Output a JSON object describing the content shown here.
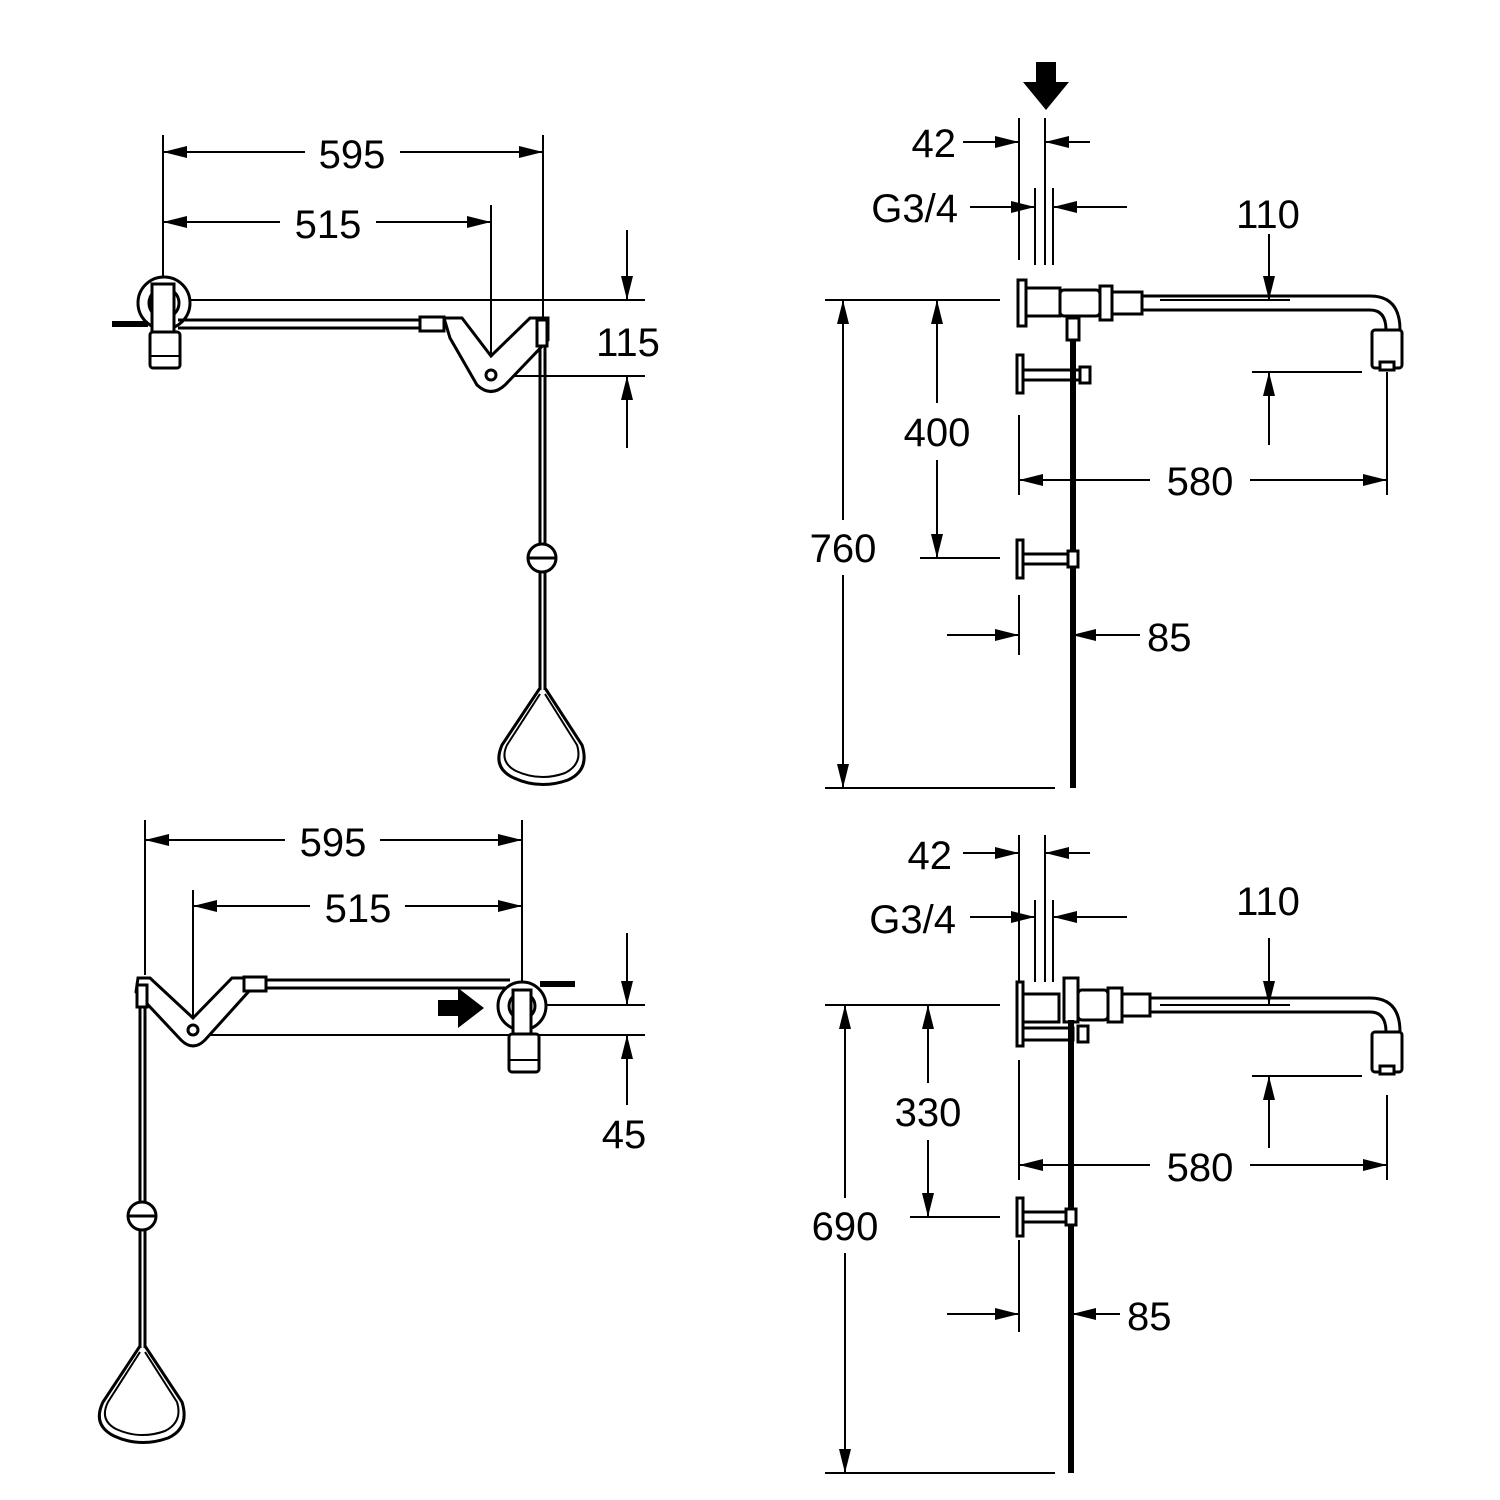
{
  "views": {
    "top_left": {
      "dim_overall": "595",
      "dim_pivot": "515",
      "dim_offset": "115"
    },
    "top_right": {
      "dim_wall": "42",
      "dim_thread": "G3/4",
      "dim_head": "110",
      "dim_bracket": "400",
      "dim_height": "760",
      "dim_reach": "580",
      "dim_rod": "85"
    },
    "bottom_left": {
      "dim_overall": "595",
      "dim_pivot": "515",
      "dim_offset": "45"
    },
    "bottom_right": {
      "dim_wall": "42",
      "dim_thread": "G3/4",
      "dim_head": "110",
      "dim_bracket": "330",
      "dim_height": "690",
      "dim_reach": "580",
      "dim_rod": "85"
    }
  },
  "colors": {
    "line": "#000000",
    "background": "#ffffff"
  },
  "icons": [
    "flow-direction-arrow-icon",
    "flow-direction-arrow-icon"
  ]
}
